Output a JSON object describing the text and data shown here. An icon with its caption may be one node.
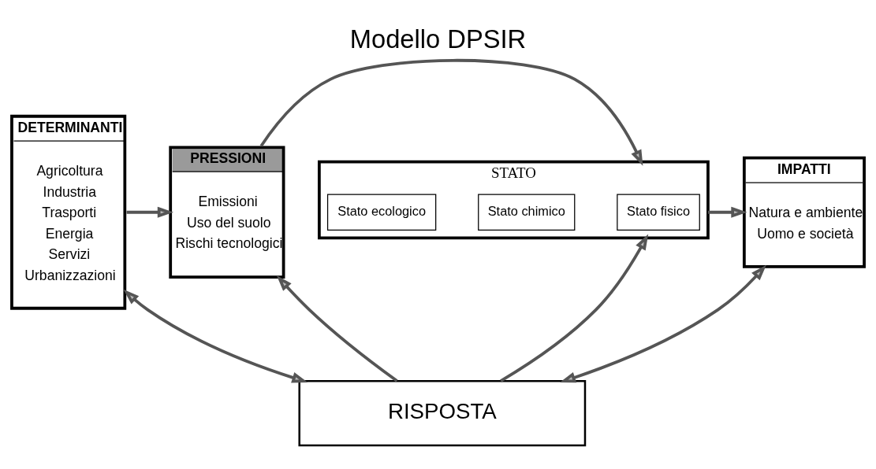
{
  "diagram": {
    "title": "Modello DPSIR",
    "nodes": [
      {
        "text": [
          "DETERMINANTI",
          "Agricoltura",
          "Industria",
          "Trasporti",
          "Energia",
          "Servizi",
          "Urbanizzazioni"
        ]
      },
      {
        "text": [
          "PRESSIONI",
          "Emissioni",
          "Uso del suolo",
          "Rischi tecnologici"
        ]
      },
      {
        "text": [
          "STATO"
        ]
      },
      {
        "text": [
          "Stato fisico"
        ],
        "in": 2
      },
      {
        "text": [
          "Stato chimico"
        ],
        "in": 2
      },
      {
        "text": [
          "Stato ecologico"
        ],
        "in": 2
      },
      {
        "text": [
          "IMPATTI",
          "Natura e ambiente",
          "Uomo e società"
        ]
      },
      {
        "text": [
          "RISPOSTA"
        ]
      }
    ],
    "edges": [
      {
        "from": 0,
        "to": 1,
        "arrow": "to"
      },
      {
        "from": 1,
        "to": 2,
        "arrow": "to"
      },
      {
        "from": 2,
        "to": 6,
        "arrow": "to"
      },
      {
        "from": 7,
        "to": 1,
        "arrow": "to"
      },
      {
        "from": 7,
        "to": 2,
        "arrow": "to"
      },
      {
        "from": 7,
        "to": 0,
        "arrow": "both"
      },
      {
        "from": 7,
        "to": 6,
        "arrow": "both"
      }
    ]
  }
}
